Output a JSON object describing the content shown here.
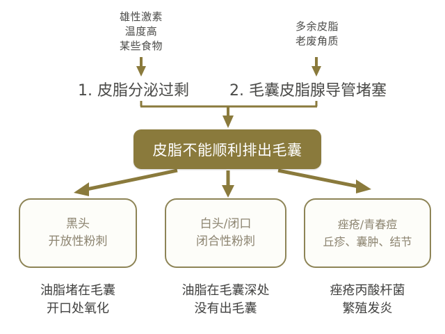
{
  "diagram": {
    "title_concept": "痤疮形成流程图",
    "accent_color": "#8a7a3c",
    "box_border_color": "#8d8456",
    "box_text_color": "#8c8470",
    "heading_text_color": "#4a4a48",
    "caption_text_color": "#3f3f3e",
    "central_text_color": "#ffffff",
    "background_color": "#ffffff"
  },
  "causes": {
    "left": {
      "lines": [
        "雄性激素",
        "温度高",
        "某些食物"
      ],
      "arrow": "down-arrow-icon"
    },
    "right": {
      "lines": [
        "多余皮脂",
        "老废角质"
      ],
      "arrow": "down-arrow-icon"
    }
  },
  "stages": [
    {
      "number": "1.",
      "label": "1. 皮脂分泌过剩"
    },
    {
      "number": "2.",
      "label": "2. 毛囊皮脂腺导管堵塞"
    }
  ],
  "central": {
    "text": "皮脂不能顺利排出毛囊"
  },
  "outcomes": [
    {
      "lines": [
        "黑头",
        "开放性粉刺"
      ],
      "caption": [
        "油脂堵在毛囊",
        "开口处氧化"
      ]
    },
    {
      "lines": [
        "白头/闭口",
        "闭合性粉刺"
      ],
      "caption": [
        "油脂在毛囊深处",
        "没有出毛囊"
      ]
    },
    {
      "lines": [
        "痤疮/青春痘",
        "丘疹、囊肿、结节"
      ],
      "caption": [
        "痤疮丙酸杆菌",
        "繁殖发炎"
      ]
    }
  ],
  "connectors": {
    "bracket": "bracket-connector",
    "merge_arrow": "down-arrow-icon",
    "branch_left_arrow": "diagonal-down-left-arrow-icon",
    "branch_center_arrow": "down-arrow-icon",
    "branch_right_arrow": "diagonal-down-right-arrow-icon"
  }
}
